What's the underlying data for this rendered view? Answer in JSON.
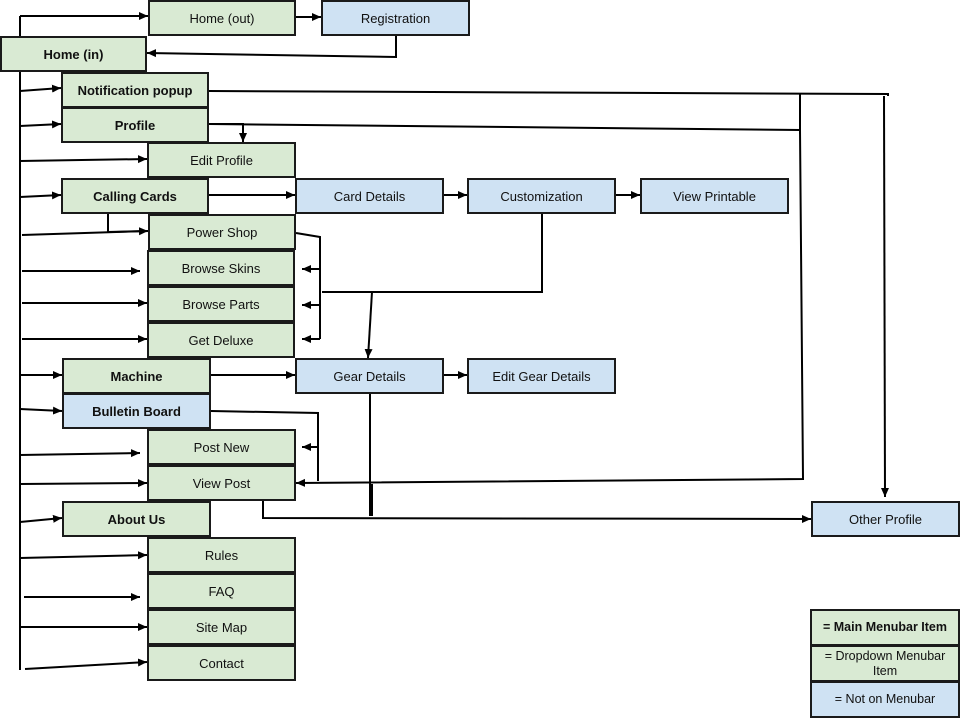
{
  "colors": {
    "menubar_fill": "#d9ead3",
    "offmenu_fill": "#cfe2f3",
    "line": "#000000"
  },
  "nodes": {
    "home_out": {
      "label": "Home (out)",
      "kind": "dropdown"
    },
    "registration": {
      "label": "Registration",
      "kind": "offmenu"
    },
    "home_in": {
      "label": "Home (in)",
      "kind": "main"
    },
    "notification_popup": {
      "label": "Notification popup",
      "kind": "main"
    },
    "profile": {
      "label": "Profile",
      "kind": "main"
    },
    "edit_profile": {
      "label": "Edit Profile",
      "kind": "dropdown"
    },
    "calling_cards": {
      "label": "Calling Cards",
      "kind": "main"
    },
    "card_details": {
      "label": "Card Details",
      "kind": "offmenu"
    },
    "customization": {
      "label": "Customization",
      "kind": "offmenu"
    },
    "view_printable": {
      "label": "View Printable",
      "kind": "offmenu"
    },
    "power_shop": {
      "label": "Power Shop",
      "kind": "dropdown"
    },
    "browse_skins": {
      "label": "Browse Skins",
      "kind": "dropdown"
    },
    "browse_parts": {
      "label": "Browse Parts",
      "kind": "dropdown"
    },
    "get_deluxe": {
      "label": "Get Deluxe",
      "kind": "dropdown"
    },
    "machine": {
      "label": "Machine",
      "kind": "main"
    },
    "gear_details": {
      "label": "Gear Details",
      "kind": "offmenu"
    },
    "edit_gear_details": {
      "label": "Edit Gear Details",
      "kind": "offmenu"
    },
    "bulletin_board": {
      "label": "Bulletin Board",
      "kind": "main_offmenu"
    },
    "post_new": {
      "label": "Post New",
      "kind": "dropdown"
    },
    "view_post": {
      "label": "View Post",
      "kind": "dropdown"
    },
    "about_us": {
      "label": "About Us",
      "kind": "main"
    },
    "other_profile": {
      "label": "Other Profile",
      "kind": "offmenu"
    },
    "rules": {
      "label": "Rules",
      "kind": "dropdown"
    },
    "faq": {
      "label": "FAQ",
      "kind": "dropdown"
    },
    "site_map": {
      "label": "Site Map",
      "kind": "dropdown"
    },
    "contact": {
      "label": "Contact",
      "kind": "dropdown"
    }
  },
  "legend": {
    "main": "= Main Menubar Item",
    "dropdown": "= Dropdown Menubar Item",
    "offmenu": "= Not on Menubar"
  }
}
